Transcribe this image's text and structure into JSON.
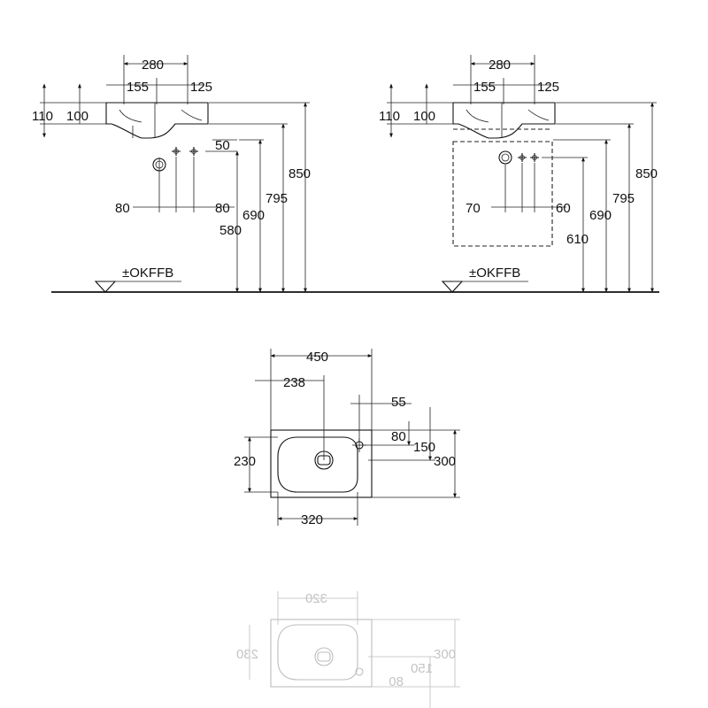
{
  "side_view_left": {
    "width_280": "280",
    "width_155": "155",
    "width_125": "125",
    "h_110": "110",
    "h_100": "100",
    "h_50": "50",
    "h_850": "850",
    "h_795": "795",
    "h_690": "690",
    "h_580": "580",
    "off_80_left": "80",
    "off_80_right": "80",
    "floor_label": "±OKFFB"
  },
  "side_view_right": {
    "width_280": "280",
    "width_155": "155",
    "width_125": "125",
    "h_110": "110",
    "h_100": "100",
    "h_850": "850",
    "h_795": "795",
    "h_690": "690",
    "h_610": "610",
    "off_70": "70",
    "off_60": "60",
    "floor_label": "±OKFFB"
  },
  "top_view": {
    "w_450": "450",
    "w_238": "238",
    "w_55": "55",
    "w_80": "80",
    "w_150": "150",
    "w_300": "300",
    "w_230": "230",
    "w_320": "320"
  },
  "mirrored_view": {
    "w_320": "320",
    "w_300": "300",
    "w_230": "230",
    "w_150": "150",
    "w_80": "80"
  }
}
